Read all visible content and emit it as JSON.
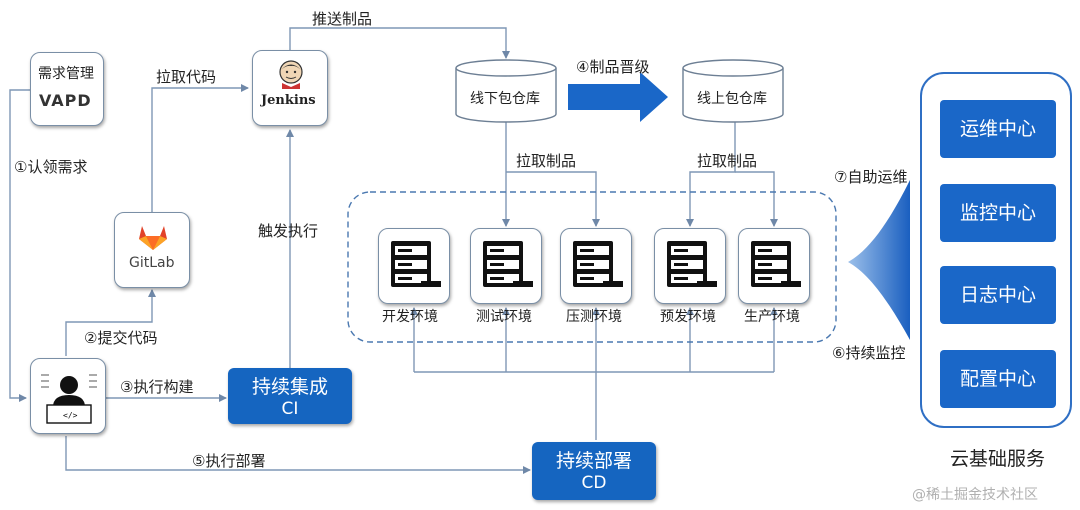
{
  "vapd": {
    "caption": "需求管理",
    "logo": "VAPD"
  },
  "jenkins": {
    "logo": "Jenkins",
    "icon": "jenkins-butler-icon"
  },
  "gitlab": {
    "logo": "GitLab",
    "icon": "gitlab-fox-icon"
  },
  "developer": {
    "icon": "developer-at-computer-icon"
  },
  "ci": {
    "line1": "持续集成",
    "line2": "CI"
  },
  "cd": {
    "line1": "持续部署",
    "line2": "CD"
  },
  "repos": {
    "offline": "线下包仓库",
    "online": "线上包仓库"
  },
  "promote_arrow": {
    "label": "④制品晋级",
    "icon": "right-arrow-icon"
  },
  "edges": {
    "push_artifact": "推送制品",
    "pull_code": "拉取代码",
    "claim_req": "①认领需求",
    "commit_code": "②提交代码",
    "exec_build": "③执行构建",
    "trigger": "触发执行",
    "exec_deploy": "⑤执行部署",
    "pull_artifact_1": "拉取制品",
    "pull_artifact_2": "拉取制品",
    "self_ops": "⑦自助运维",
    "monitor": "⑥持续监控"
  },
  "environments": [
    "开发环境",
    "测试环境",
    "压测环境",
    "预发环境",
    "生产环境"
  ],
  "cloud": {
    "title": "云基础服务",
    "services": [
      "运维中心",
      "监控中心",
      "日志中心",
      "配置中心"
    ]
  },
  "watermark": "@稀土掘金技术社区",
  "colors": {
    "accent": "#1565c0",
    "line": "#7f97b5",
    "arrow": "#1a67c8"
  }
}
